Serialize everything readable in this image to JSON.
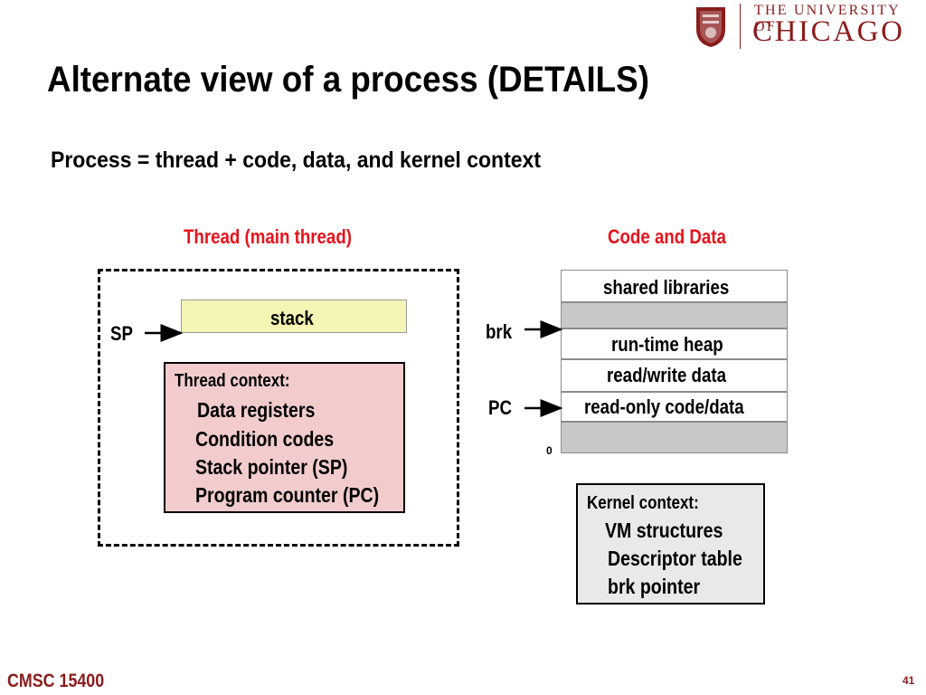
{
  "header": {
    "university_line1": "THE UNIVERSITY OF",
    "university_line2": "CHICAGO",
    "seal_icon": "university-seal-icon",
    "accent_color": "#8a1c1c"
  },
  "title": "Alternate view of a process (DETAILS)",
  "subtitle": "Process = thread + code, data, and kernel context",
  "thread": {
    "heading": "Thread (main thread)",
    "stack_label": "stack",
    "sp_label": "SP",
    "context_title": "Thread context:",
    "context_items": [
      "Data registers",
      "Condition codes",
      "Stack pointer (SP)",
      "Program counter (PC)"
    ]
  },
  "code_data": {
    "heading": "Code and Data",
    "regions": [
      "shared libraries",
      "",
      "run-time heap",
      "read/write data",
      "read-only code/data",
      ""
    ],
    "brk_label": "brk",
    "pc_label": "PC",
    "zero_label": "0"
  },
  "kernel": {
    "title": "Kernel context:",
    "items": [
      "VM structures",
      "Descriptor table",
      "brk pointer"
    ]
  },
  "footer": {
    "course": "CMSC 15400",
    "page_number": "41"
  },
  "colors": {
    "heading_red": "#e8121b",
    "stack_fill": "#f4f4b4",
    "thread_context_fill": "#f2cccc",
    "gap_fill": "#c8c8c8",
    "kernel_fill": "#e9e9e9"
  }
}
